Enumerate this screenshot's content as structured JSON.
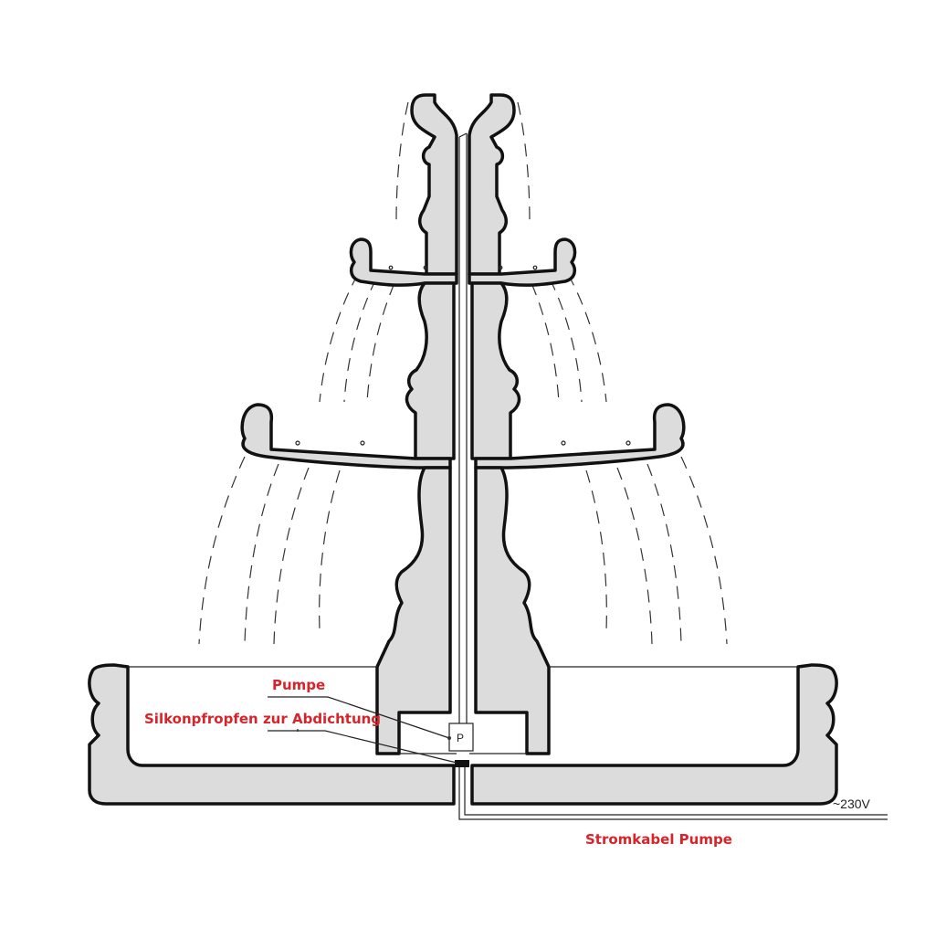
{
  "labels": {
    "pump": "Pumpe",
    "sealing_plug": "Silkonpfropfen zur Abdichtung",
    "power_cable": "Stromkabel Pumpe",
    "voltage": "~230V",
    "pump_box": "P"
  },
  "colors": {
    "label_red": "#d8232a",
    "stone_fill": "#dcdcdc",
    "outline": "#111111"
  }
}
